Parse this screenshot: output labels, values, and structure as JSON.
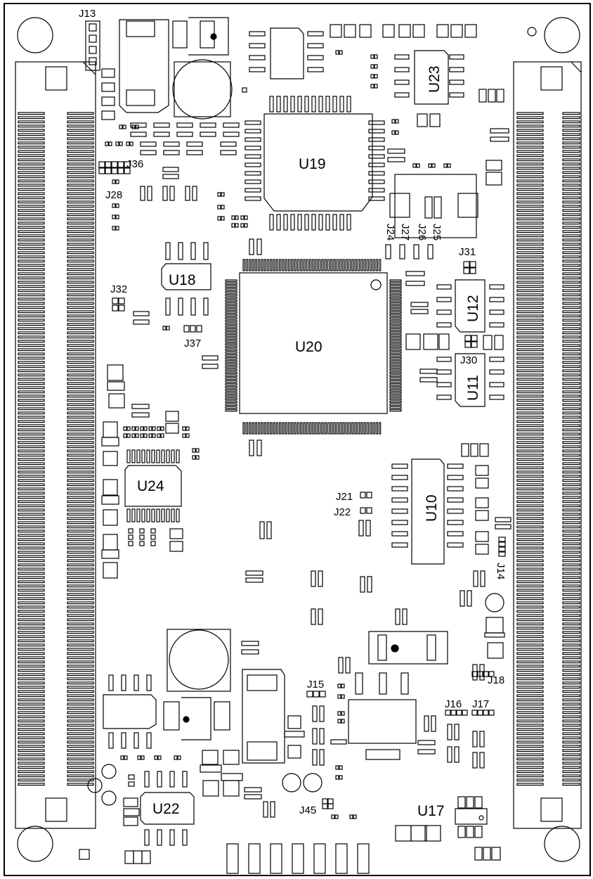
{
  "labels": {
    "j13": "J13",
    "u19": "U19",
    "u23": "U23",
    "j36": "J36",
    "j28": "J28",
    "j24": "J24",
    "j27": "J27",
    "j26": "J26",
    "j25": "J25",
    "j31": "J31",
    "u18": "U18",
    "j32": "J32",
    "j37": "J37",
    "u20": "U20",
    "u12": "U12",
    "j30": "J30",
    "u11": "U11",
    "u24": "U24",
    "u10": "U10",
    "j21": "J21",
    "j22": "J22",
    "j14": "J14",
    "j15": "J15",
    "j18": "J18",
    "j16": "J16",
    "j17": "J17",
    "u22": "U22",
    "j45": "J45",
    "u17": "U17"
  }
}
